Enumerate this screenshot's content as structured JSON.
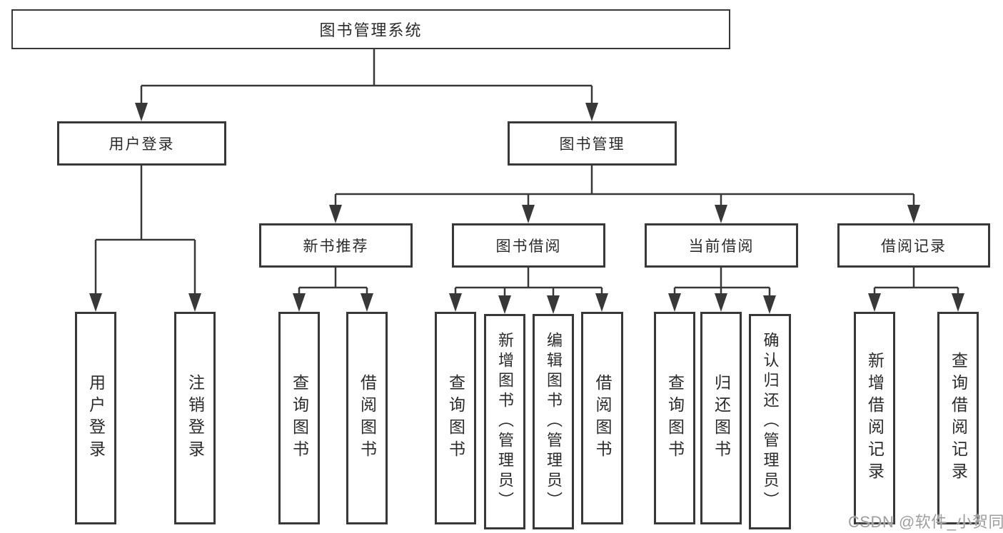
{
  "colors": {
    "line": "#383838",
    "text": "#2b2b2b",
    "watermark": "#9e9e9e",
    "background": "#ffffff"
  },
  "watermark": {
    "text": "CSDN @软件_小贺同学"
  },
  "tree": {
    "root": "图书管理系统",
    "children": [
      {
        "label": "用户登录",
        "children": [
          "用户登录",
          "注销登录"
        ]
      },
      {
        "label": "图书管理",
        "children": [
          {
            "label": "新书推荐",
            "children": [
              "查询图书",
              "借阅图书"
            ]
          },
          {
            "label": "图书借阅",
            "children": [
              "查询图书",
              "新增图书（管理员）",
              "编辑图书（管理员）",
              "借阅图书"
            ]
          },
          {
            "label": "当前借阅",
            "children": [
              "查询图书",
              "归还图书",
              "确认归还（管理员）"
            ]
          },
          {
            "label": "借阅记录",
            "children": [
              "新增借阅记录",
              "查询借阅记录"
            ]
          }
        ]
      }
    ]
  }
}
